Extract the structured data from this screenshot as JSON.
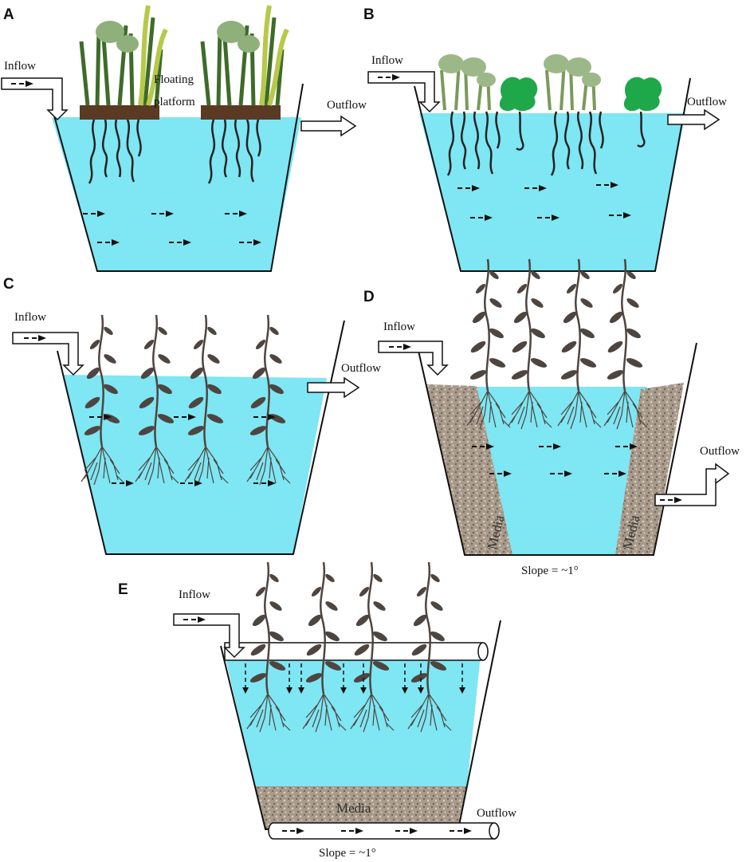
{
  "panels": {
    "A": {
      "letter": "A",
      "inflow": "Inflow",
      "outflow": "Outflow",
      "platform_line1": "Floating",
      "platform_line2": "platform"
    },
    "B": {
      "letter": "B",
      "inflow": "Inflow",
      "outflow": "Outflow"
    },
    "C": {
      "letter": "C",
      "inflow": "Inflow",
      "outflow": "Outflow"
    },
    "D": {
      "letter": "D",
      "inflow": "Inflow",
      "outflow": "Outflow",
      "media": "Media",
      "slope": "Slope = ~1°"
    },
    "E": {
      "letter": "E",
      "inflow": "Inflow",
      "outflow": "Outflow",
      "media": "Media",
      "slope": "Slope = ~1°"
    }
  },
  "colors": {
    "water": "#7fe6f3",
    "media": "#a89a8a",
    "soil": "#5a3a22",
    "leaf_dark": "#4e4540",
    "plant_green": "#7a9a5a",
    "bush_green": "#1fa84a"
  }
}
